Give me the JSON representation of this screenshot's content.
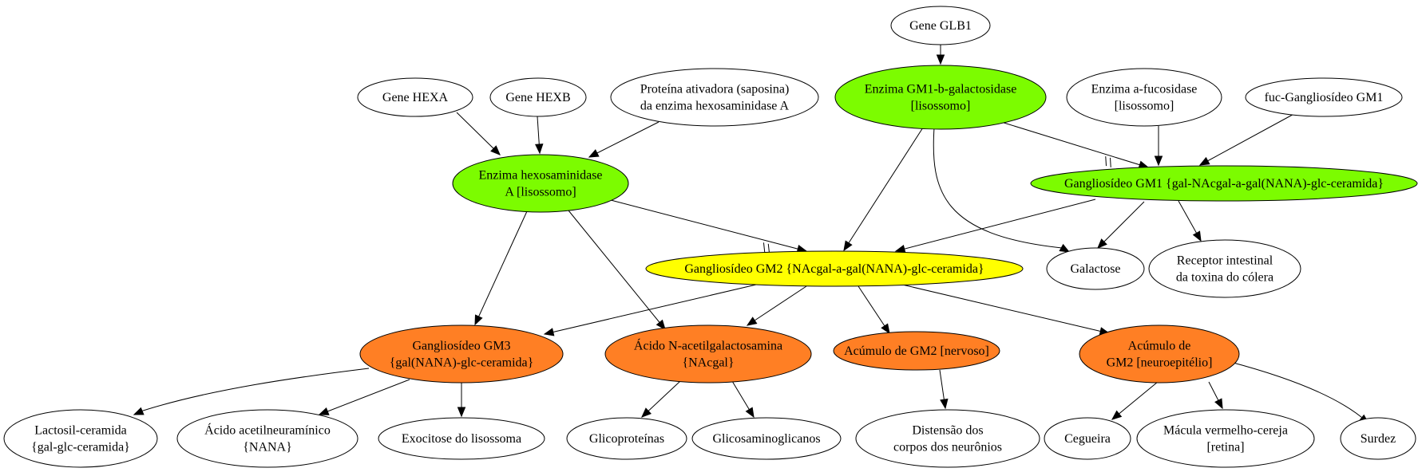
{
  "colors": {
    "green": "#7cfc00",
    "yellow": "#ffff00",
    "orange": "#ff7f24",
    "white": "#ffffff"
  },
  "nodes": [
    {
      "id": "glb1",
      "color": "white",
      "lines": [
        "Gene GLB1"
      ]
    },
    {
      "id": "hexa",
      "color": "white",
      "lines": [
        "Gene HEXA"
      ]
    },
    {
      "id": "hexb",
      "color": "white",
      "lines": [
        "Gene HEXB"
      ]
    },
    {
      "id": "saposina",
      "color": "white",
      "lines": [
        "Proteína ativadora (saposina)",
        "da enzima hexosaminidase A"
      ]
    },
    {
      "id": "gm1bgal",
      "color": "green",
      "lines": [
        "Enzima GM1-b-galactosidase",
        "[lisossomo]"
      ]
    },
    {
      "id": "afuc",
      "color": "white",
      "lines": [
        "Enzima a-fucosidase",
        "[lisossomo]"
      ]
    },
    {
      "id": "fucgm1",
      "color": "white",
      "lines": [
        "fuc-Gangliosídeo GM1"
      ]
    },
    {
      "id": "hexA",
      "color": "green",
      "lines": [
        "Enzima hexosaminidase",
        "A [lisossomo]"
      ]
    },
    {
      "id": "gm1",
      "color": "green",
      "lines": [
        "Gangliosídeo GM1 {gal-NAcgal-a-gal(NANA)-glc-ceramida}"
      ]
    },
    {
      "id": "gm2",
      "color": "yellow",
      "lines": [
        "Gangliosídeo GM2 {NAcgal-a-gal(NANA)-glc-ceramida}"
      ]
    },
    {
      "id": "galactose",
      "color": "white",
      "lines": [
        "Galactose"
      ]
    },
    {
      "id": "receptor",
      "color": "white",
      "lines": [
        "Receptor intestinal",
        "da toxina do cólera"
      ]
    },
    {
      "id": "gm3",
      "color": "orange",
      "lines": [
        "Gangliosídeo GM3",
        "{gal(NANA)-glc-ceramida}"
      ]
    },
    {
      "id": "nacgal",
      "color": "orange",
      "lines": [
        "Ácido N-acetilgalactosamina",
        "{NAcgal}"
      ]
    },
    {
      "id": "acum_nerv",
      "color": "orange",
      "lines": [
        "Acúmulo de GM2 [nervoso]"
      ]
    },
    {
      "id": "acum_neuro",
      "color": "orange",
      "lines": [
        "Acúmulo de",
        "GM2 [neuroepitélio]"
      ]
    },
    {
      "id": "lactosil",
      "color": "white",
      "lines": [
        "Lactosil-ceramida",
        "{gal-glc-ceramida}"
      ]
    },
    {
      "id": "nana",
      "color": "white",
      "lines": [
        "Ácido acetilneuramínico",
        "{NANA}"
      ]
    },
    {
      "id": "exocitose",
      "color": "white",
      "lines": [
        "Exocitose do lisossoma"
      ]
    },
    {
      "id": "glicoprot",
      "color": "white",
      "lines": [
        "Glicoproteínas"
      ]
    },
    {
      "id": "glicosamino",
      "color": "white",
      "lines": [
        "Glicosaminoglicanos"
      ]
    },
    {
      "id": "distensao",
      "color": "white",
      "lines": [
        "Distensão dos",
        "corpos dos neurônios"
      ]
    },
    {
      "id": "cegueira",
      "color": "white",
      "lines": [
        "Cegueira"
      ]
    },
    {
      "id": "macula",
      "color": "white",
      "lines": [
        "Mácula vermelho-cereja",
        "[retina]"
      ]
    },
    {
      "id": "surdez",
      "color": "white",
      "lines": [
        "Surdez"
      ]
    }
  ],
  "edges": [
    {
      "from": "glb1",
      "to": "gm1bgal",
      "type": "arrow"
    },
    {
      "from": "hexa",
      "to": "hexA",
      "type": "arrow"
    },
    {
      "from": "hexb",
      "to": "hexA",
      "type": "arrow"
    },
    {
      "from": "saposina",
      "to": "hexA",
      "type": "arrow"
    },
    {
      "from": "gm1bgal",
      "to": "gm1",
      "type": "inhibit"
    },
    {
      "from": "afuc",
      "to": "gm1",
      "type": "arrow"
    },
    {
      "from": "fucgm1",
      "to": "gm1",
      "type": "arrow"
    },
    {
      "from": "gm1bgal",
      "to": "gm2",
      "type": "arrow"
    },
    {
      "from": "gm1bgal",
      "to": "galactose",
      "type": "arrow"
    },
    {
      "from": "hexA",
      "to": "gm2",
      "type": "inhibit"
    },
    {
      "from": "gm1",
      "to": "gm2",
      "type": "arrow"
    },
    {
      "from": "gm1",
      "to": "galactose",
      "type": "arrow"
    },
    {
      "from": "gm1",
      "to": "receptor",
      "type": "arrow"
    },
    {
      "from": "hexA",
      "to": "gm3",
      "type": "arrow"
    },
    {
      "from": "hexA",
      "to": "nacgal",
      "type": "arrow"
    },
    {
      "from": "gm2",
      "to": "gm3",
      "type": "arrow"
    },
    {
      "from": "gm2",
      "to": "nacgal",
      "type": "arrow"
    },
    {
      "from": "gm2",
      "to": "acum_nerv",
      "type": "arrow"
    },
    {
      "from": "gm2",
      "to": "acum_neuro",
      "type": "arrow"
    },
    {
      "from": "gm3",
      "to": "lactosil",
      "type": "arrow"
    },
    {
      "from": "gm3",
      "to": "nana",
      "type": "arrow"
    },
    {
      "from": "gm3",
      "to": "exocitose",
      "type": "arrow"
    },
    {
      "from": "nacgal",
      "to": "glicoprot",
      "type": "arrow"
    },
    {
      "from": "nacgal",
      "to": "glicosamino",
      "type": "arrow"
    },
    {
      "from": "acum_nerv",
      "to": "distensao",
      "type": "arrow"
    },
    {
      "from": "acum_neuro",
      "to": "cegueira",
      "type": "arrow"
    },
    {
      "from": "acum_neuro",
      "to": "macula",
      "type": "arrow"
    },
    {
      "from": "acum_neuro",
      "to": "surdez",
      "type": "arrow"
    }
  ]
}
